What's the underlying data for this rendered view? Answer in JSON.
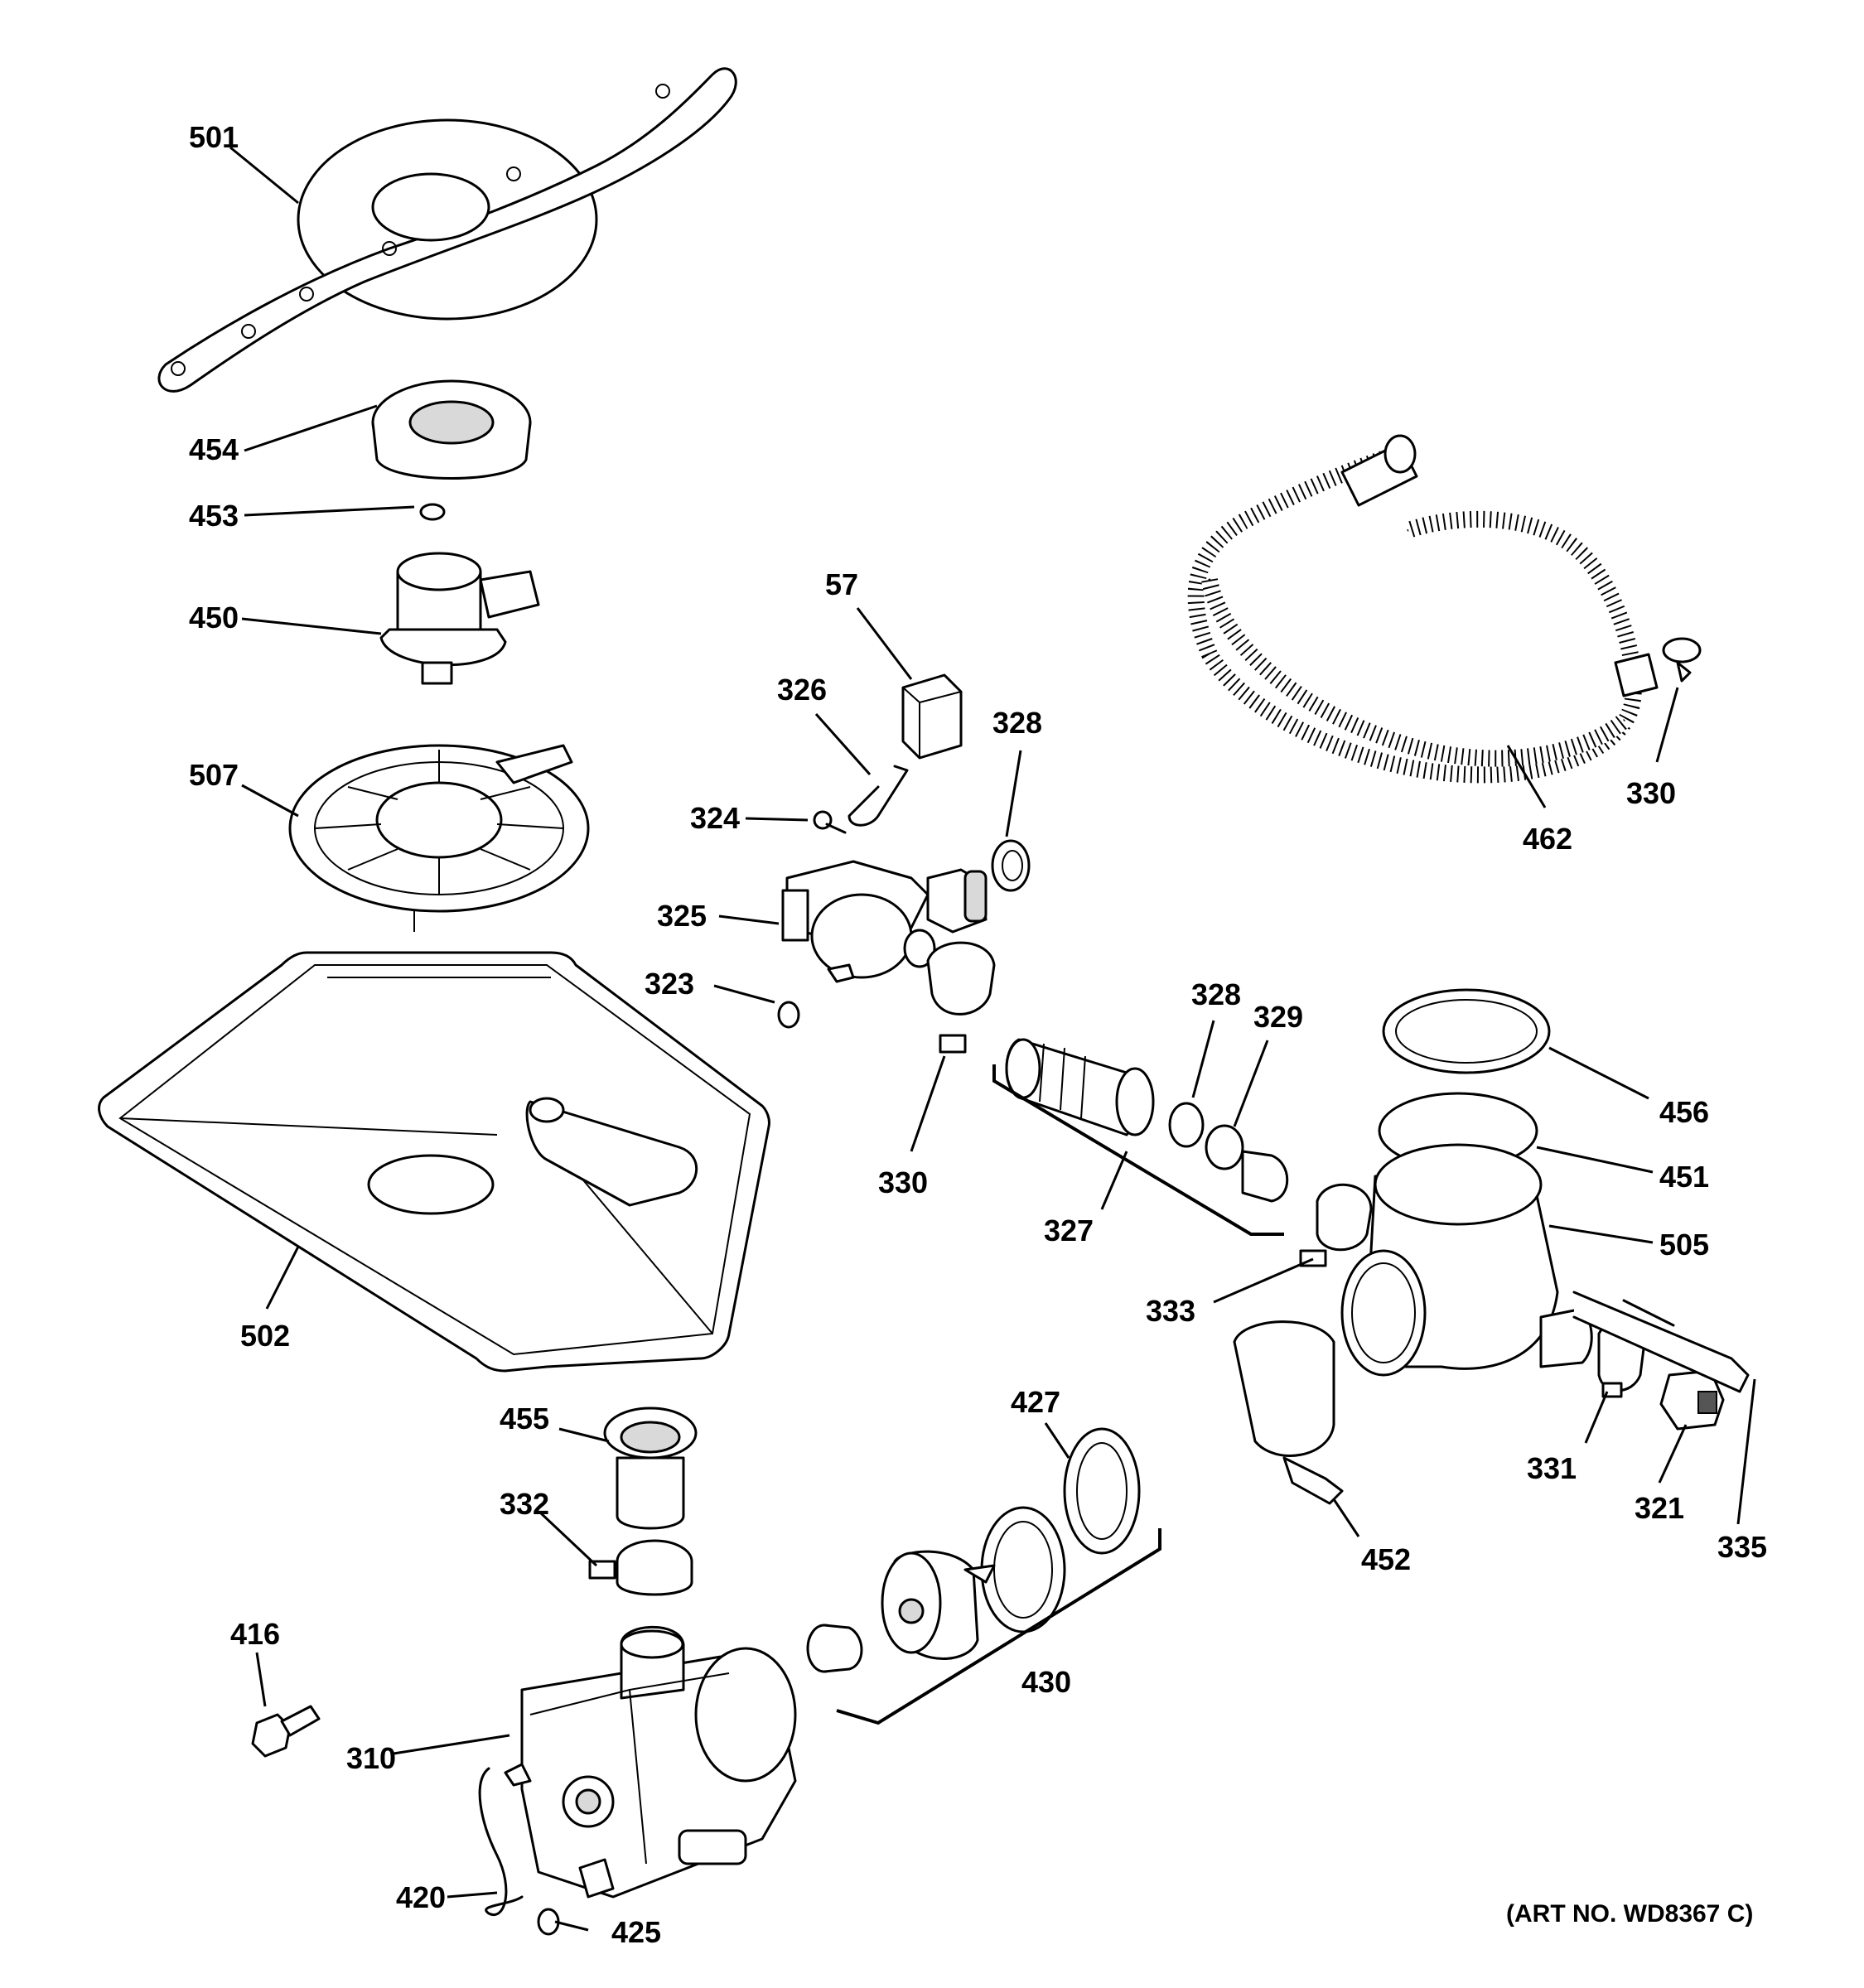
{
  "diagram": {
    "art_number": "(ART NO. WD8367 C)",
    "callouts": {
      "c501": "501",
      "c454": "454",
      "c453": "453",
      "c450": "450",
      "c507": "507",
      "c502": "502",
      "c57": "57",
      "c326": "326",
      "c328a": "328",
      "c324": "324",
      "c325": "325",
      "c323": "323",
      "c330a": "330",
      "c462": "462",
      "c330b": "330",
      "c328b": "328",
      "c329": "329",
      "c327": "327",
      "c456": "456",
      "c451": "451",
      "c505": "505",
      "c333": "333",
      "c452": "452",
      "c331": "331",
      "c321": "321",
      "c335": "335",
      "c455": "455",
      "c332": "332",
      "c427": "427",
      "c430": "430",
      "c416": "416",
      "c310": "310",
      "c420": "420",
      "c425": "425"
    }
  }
}
